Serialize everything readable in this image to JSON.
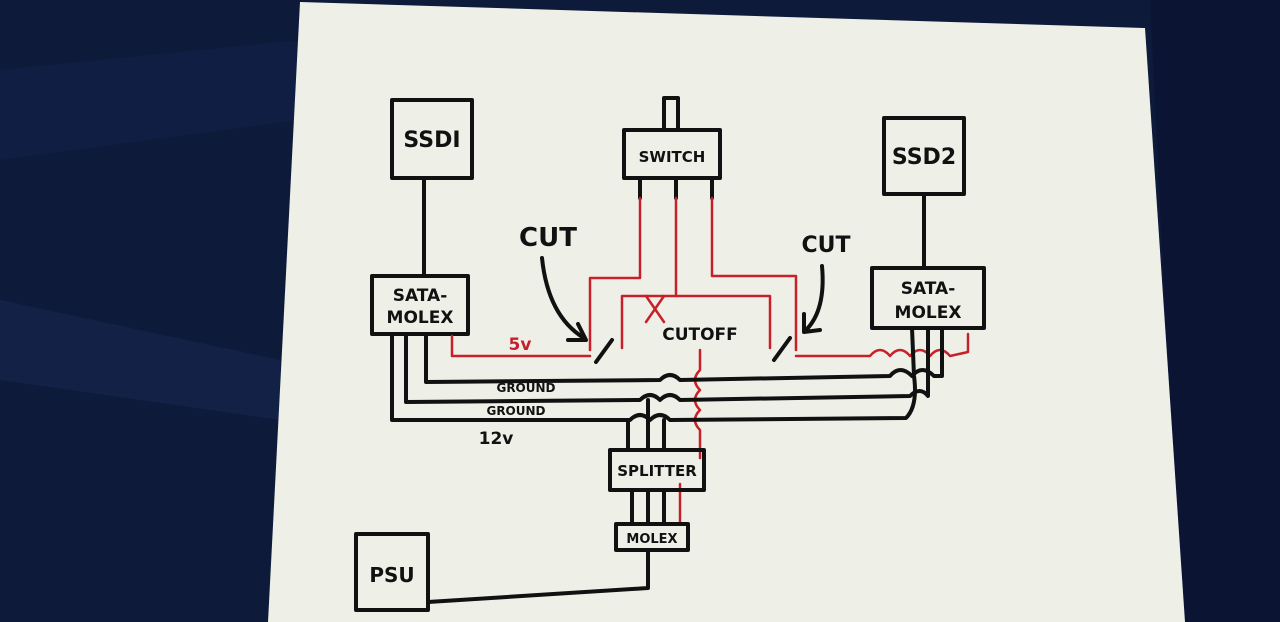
{
  "diagram": {
    "labels": {
      "ssd1": "SSDI",
      "ssd2": "SSD2",
      "switch": "SWITCH",
      "sata_molex_left_line1": "SATA-",
      "sata_molex_left_line2": "MOLEX",
      "sata_molex_right_line1": "SATA-",
      "sata_molex_right_line2": "MOLEX",
      "cutoff": "CUTOFF",
      "cut_left": "CUT",
      "cut_right": "CUT",
      "five_v": "5v",
      "ground1": "GROUND",
      "ground2": "GROUND",
      "twelve_v": "12v",
      "splitter": "SPLITTER",
      "molex": "MOLEX",
      "psu": "PSU"
    },
    "colors": {
      "paper": "#eef0e8",
      "ink": "#111111",
      "red_wire": "#c8202a",
      "background_fabric": "#0e1a3a"
    }
  }
}
